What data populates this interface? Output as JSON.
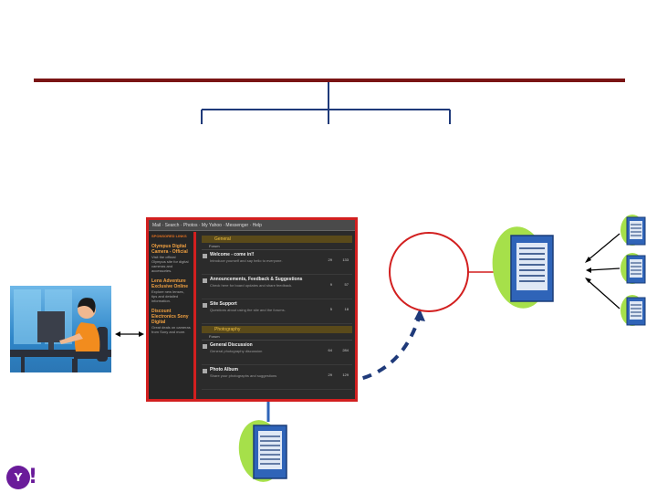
{
  "colors": {
    "dark_red": "#7a1414",
    "navy": "#1f3a7a",
    "highlight_red": "#d21f1f",
    "server_bg": "#a6e04a",
    "server_blue": "#2f64b8"
  },
  "forum": {
    "menubar_text": "Mail   ·   Search   ·   Photos   ·   My Yahoo   ·   Messenger   ·   Help",
    "ad_label": "SPONSORED LINKS",
    "ads": [
      {
        "title": "Olympus Digital Camera - Official",
        "body": "Visit the official Olympus site for digital cameras and accessories."
      },
      {
        "title": "Lens Adventure Exclusive Online",
        "body": "Explore new lenses, tips and detailed information."
      },
      {
        "title": "Discount Electronics Sony Digital",
        "body": "Great deals on cameras from Sony and more."
      }
    ],
    "sections": [
      {
        "label": "General",
        "col_label": "Forum",
        "topics": [
          {
            "title": "Welcome - come in!!",
            "desc": "Introduce yourself and say hello to everyone.",
            "posts": "29",
            "views": "133"
          },
          {
            "title": "Announcements, Feedback & Suggestions",
            "desc": "Check here for board updates and share feedback.",
            "posts": "9",
            "views": "57"
          },
          {
            "title": "Site Support",
            "desc": "Questions about using the site and the forums.",
            "posts": "5",
            "views": "18"
          }
        ]
      },
      {
        "label": "Photography",
        "col_label": "Forum",
        "topics": [
          {
            "title": "General Discussion",
            "desc": "General photography discussion",
            "posts": "64",
            "views": "284"
          },
          {
            "title": "Photo Album",
            "desc": "Share your photographs and suggestions",
            "posts": "29",
            "views": "129"
          }
        ]
      }
    ]
  },
  "icons": {
    "server_main": "server-icon",
    "server_bottom": "server-icon",
    "server_small": "server-icon",
    "logo": "yahoo-logo"
  },
  "logo": {
    "letter": "Y",
    "bang": "!"
  }
}
